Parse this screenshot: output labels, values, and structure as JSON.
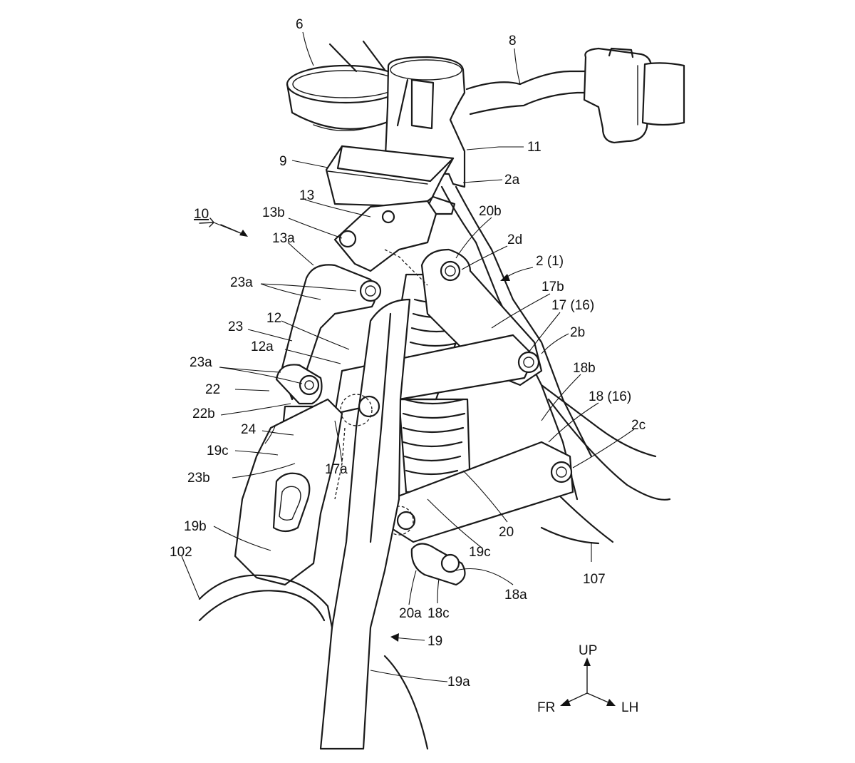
{
  "labels": {
    "l6": "6",
    "l8": "8",
    "l11": "11",
    "l9": "9",
    "l2a": "2a",
    "l13": "13",
    "l10": "10",
    "l13b": "13b",
    "l20b": "20b",
    "l2d": "2d",
    "l2_1": "2 (1)",
    "l13a": "13a",
    "l23a_top": "23a",
    "l17b": "17b",
    "l12": "12",
    "l17_16": "17 (16)",
    "l23": "23",
    "l2b": "2b",
    "l12a": "12a",
    "l23a_mid": "23a",
    "l18b": "18b",
    "l22": "22",
    "l18_16": "18 (16)",
    "l22b": "22b",
    "l24": "24",
    "l2c": "2c",
    "l19c_left": "19c",
    "l17a": "17a",
    "l23b": "23b",
    "l20": "20",
    "l19b": "19b",
    "l19c_right": "19c",
    "l102": "102",
    "l107": "107",
    "l18a": "18a",
    "l20a": "20a",
    "l18c": "18c",
    "l19": "19",
    "l19a": "19a"
  },
  "orientation": {
    "up": "UP",
    "front": "FR",
    "left_hand": "LH"
  }
}
